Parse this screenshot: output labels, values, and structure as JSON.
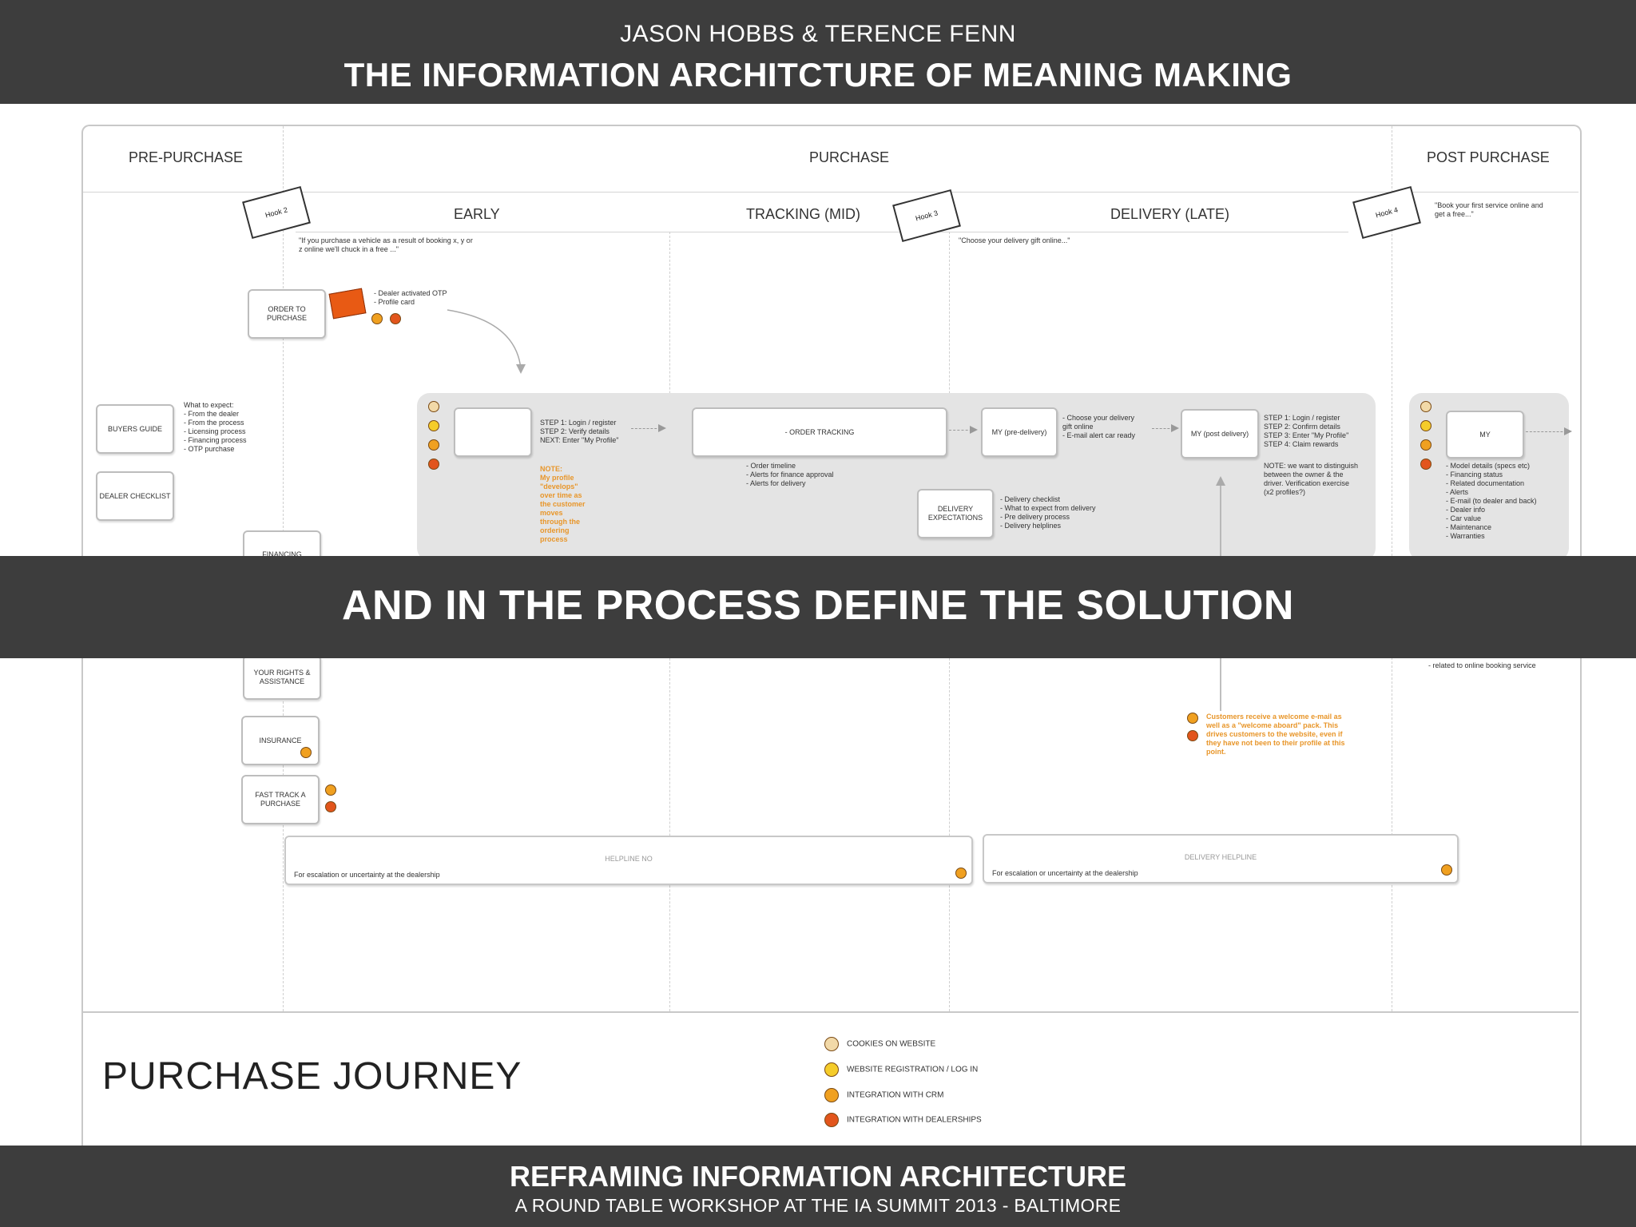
{
  "header": {
    "authors": "JASON HOBBS & TERENCE FENN",
    "title": "THE INFORMATION ARCHITCTURE OF MEANING MAKING"
  },
  "overlay_message": "AND IN THE PROCESS DEFINE THE SOLUTION",
  "footer": {
    "title": "REFRAMING INFORMATION ARCHITECTURE",
    "subtitle": "A ROUND TABLE WORKSHOP AT THE IA SUMMIT 2013 - BALTIMORE"
  },
  "diagram": {
    "title": "PURCHASE JOURNEY",
    "phases": [
      "PRE-PURCHASE",
      "PURCHASE",
      "POST PURCHASE"
    ],
    "stages": [
      "EARLY",
      "TRACKING (MID)",
      "DELIVERY (LATE)"
    ],
    "hooks": [
      "Hook 2",
      "Hook 3",
      "Hook 4"
    ],
    "hook_notes": {
      "early": "\"If you purchase a vehicle as a result of booking x, y or z online we'll chuck in a free ...\"",
      "delivery": "\"Choose your delivery gift online...\"",
      "post": "\"Book your first service online and get a free...\""
    },
    "boxes": {
      "order_to_purchase": "ORDER TO PURCHASE",
      "buyers_guide": "BUYERS GUIDE",
      "dealer_checklist": "DEALER CHECKLIST",
      "financing": "FINANCING",
      "your_rights": "YOUR RIGHTS & ASSISTANCE",
      "insurance": "INSURANCE",
      "fast_track": "FAST TRACK A PURCHASE",
      "order_tracking": "- ORDER TRACKING",
      "my_pre": "MY (pre-delivery)",
      "my_post": "MY (post delivery)",
      "delivery_expectations": "DELIVERY EXPECTATIONS",
      "my_owner": "MY"
    },
    "notes": {
      "otp": "- Dealer activated OTP\n- Profile card",
      "buyers": "What to expect:\n- From the dealer\n- From the process\n- Licensing process\n- Financing process\n- OTP purchase",
      "steps_early": "STEP 1: Login / register\nSTEP 2: Verify details\nNEXT: Enter \"My Profile\"",
      "orange_early": "NOTE:\nMy profile\n\"develops\"\nover time as\nthe customer\nmoves\nthrough the\nordering\nprocess",
      "tracking": "- Order timeline\n- Alerts for finance approval\n- Alerts for delivery",
      "pre_delivery": "- Choose your delivery gift online\n- E-mail alert car ready",
      "delivery_exp": "- Delivery checklist\n- What to expect from delivery\n- Pre delivery process\n- Delivery helplines",
      "steps_late": "STEP 1: Login / register\nSTEP 2: Confirm details\nSTEP 3: Enter \"My Profile\"\nSTEP 4: Claim rewards",
      "note_late": "NOTE: we want to distinguish between the owner & the driver. Verification exercise (x2 profiles?)",
      "owner": "- Model details (specs etc)\n- Financing status\n- Related documentation\n- Alerts\n- E-mail (to dealer and back)\n- Dealer info\n- Car value\n- Maintenance\n- Warranties",
      "booking": "- related to online booking service",
      "orange_welcome": "Customers receive a welcome e-mail as well as a \"welcome aboard\" pack. This drives customers to the website, even if they have not been to their profile at this point."
    },
    "helplines": [
      {
        "title": "HELPLINE NO",
        "subtitle": "For escalation or uncertainty at the dealership"
      },
      {
        "title": "DELIVERY HELPLINE",
        "subtitle": "For escalation or uncertainty at the dealership"
      }
    ],
    "legend": [
      {
        "label": "COOKIES ON WEBSITE",
        "icon": "cookies-dot-icon",
        "color": "#f2d9a8"
      },
      {
        "label": "WEBSITE REGISTRATION / LOG IN",
        "icon": "registration-dot-icon",
        "color": "#f5cc2a"
      },
      {
        "label": "INTEGRATION WITH CRM",
        "icon": "crm-dot-icon",
        "color": "#f0a020"
      },
      {
        "label": "INTEGRATION WITH DEALERSHIPS",
        "icon": "dealership-dot-icon",
        "color": "#e2551c"
      }
    ]
  }
}
